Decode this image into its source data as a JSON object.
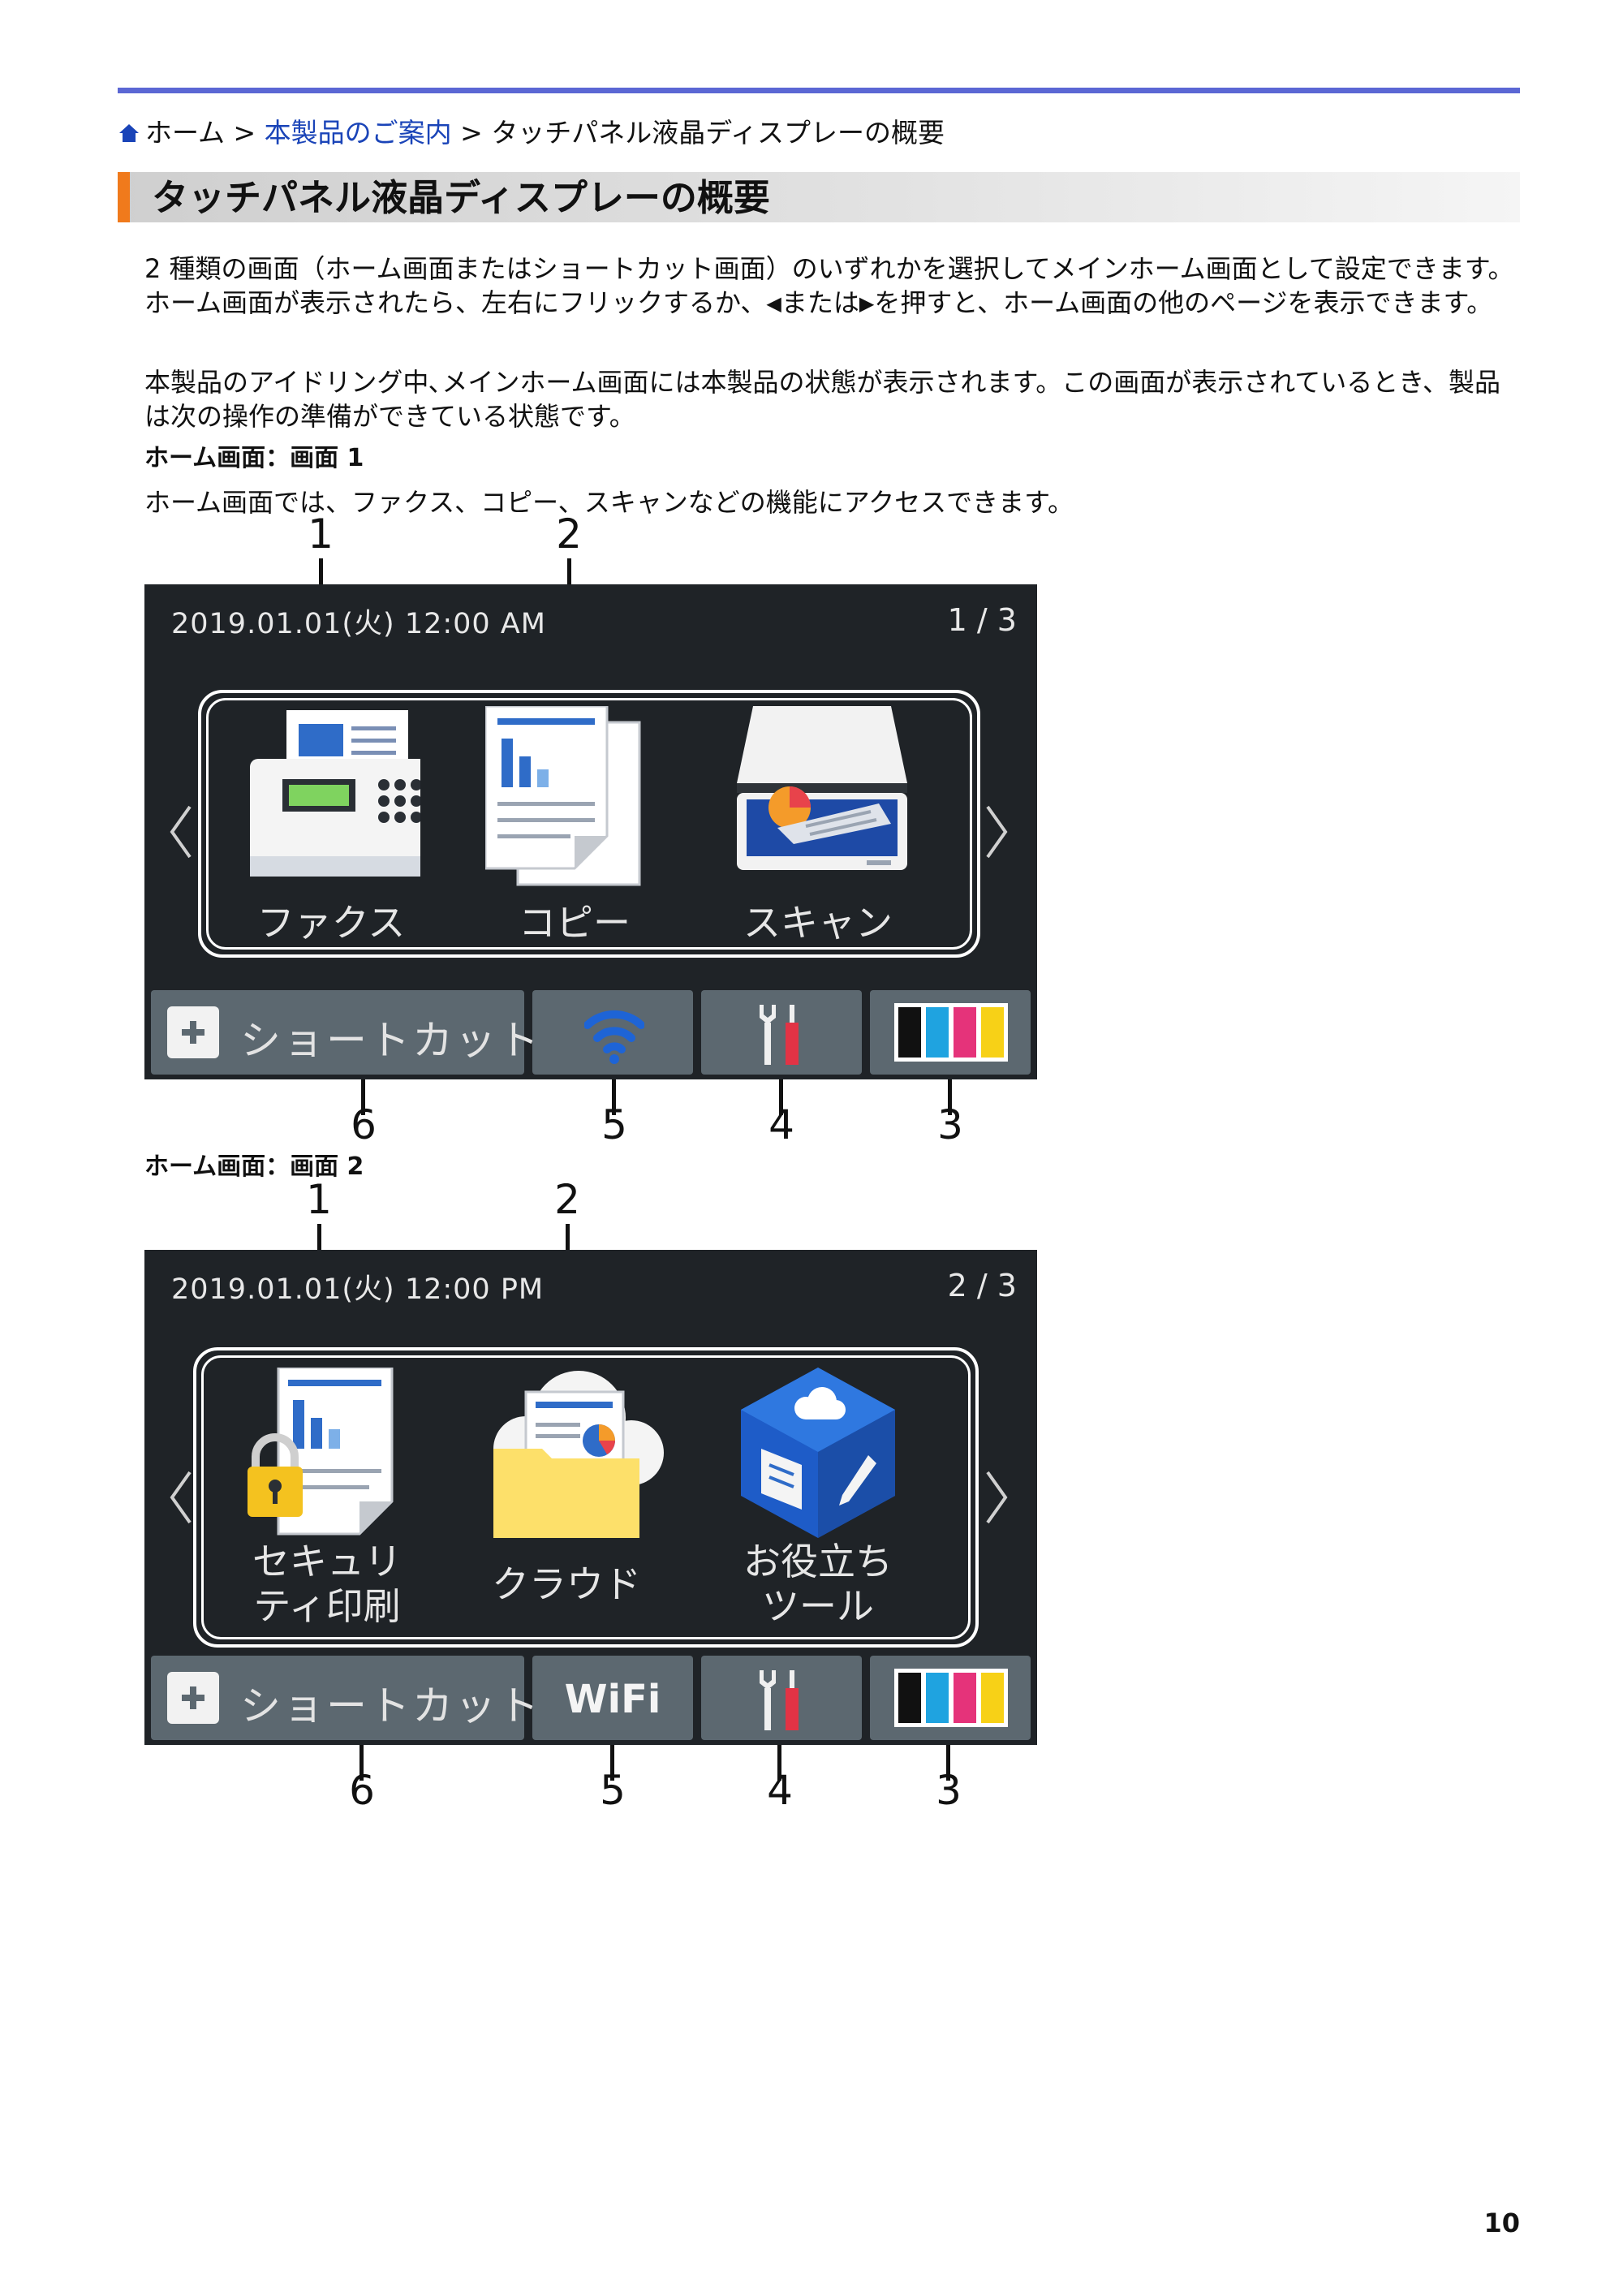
{
  "breadcrumb": {
    "home": "ホーム",
    "sep1": " > ",
    "link": "本製品のご案内",
    "sep2": " > ",
    "current": "タッチパネル液晶ディスプレーの概要"
  },
  "page_title": "タッチパネル液晶ディスプレーの概要",
  "intro": {
    "p1_a": "2 種類の画面（ホーム画面またはショートカット画面）のいずれかを選択してメインホーム画面として設定できます。ホーム画面が表示されたら、左右にフリックするか、",
    "p1_tri_left": "◀",
    "p1_b": "または",
    "p1_tri_right": "▶",
    "p1_c": "を押すと、ホーム画面の他のページを表示できます。",
    "p2": "本製品のアイドリング中､メインホーム画面には本製品の状態が表示されます。この画面が表示されているとき、製品は次の操作の準備ができている状態です。"
  },
  "screen1": {
    "heading": "ホーム画面：画面 1",
    "description": "ホーム画面では、ファクス、コピー、スキャンなどの機能にアクセスできます。",
    "datetime": "2019.01.01(火)  12:00 AM",
    "page": "1 / 3",
    "tiles": [
      "ファクス",
      "コピー",
      "スキャン"
    ],
    "shortcut": "ショートカット",
    "callouts": {
      "c1": "1",
      "c2": "2",
      "c3": "3",
      "c4": "4",
      "c5": "5",
      "c6": "6"
    }
  },
  "screen2": {
    "heading": "ホーム画面：画面 2",
    "datetime": "2019.01.01(火)  12:00 PM",
    "page": "2 / 3",
    "tiles": [
      {
        "line1": "セキュリ",
        "line2": "ティ印刷"
      },
      {
        "line1": "クラウド",
        "line2": ""
      },
      {
        "line1": "お役立ち",
        "line2": "ツール"
      }
    ],
    "shortcut": "ショートカット",
    "wifi": "WiFi",
    "callouts": {
      "c1": "1",
      "c2": "2",
      "c3": "3",
      "c4": "4",
      "c5": "5",
      "c6": "6"
    }
  },
  "colors": {
    "accent_line": "#5b67d4",
    "heading_bar": "#f07a1c",
    "link": "#1a44b8",
    "lcd_bg": "#1f2327",
    "button_bg": "#5c6870",
    "wifi_blue": "#1e64d6",
    "ink_black": "#111111",
    "ink_cyan": "#1fa3e0",
    "ink_magenta": "#e5337a",
    "ink_yellow": "#f7d117"
  },
  "icons": [
    "home-icon",
    "fax-icon",
    "copy-icon",
    "scan-icon",
    "secure-print-icon",
    "cloud-icon",
    "useful-tools-icon",
    "plus-icon",
    "wifi-icon",
    "settings-tools-icon",
    "ink-icon",
    "chevron-left-icon",
    "chevron-right-icon"
  ],
  "footer": {
    "page_number": "10"
  }
}
